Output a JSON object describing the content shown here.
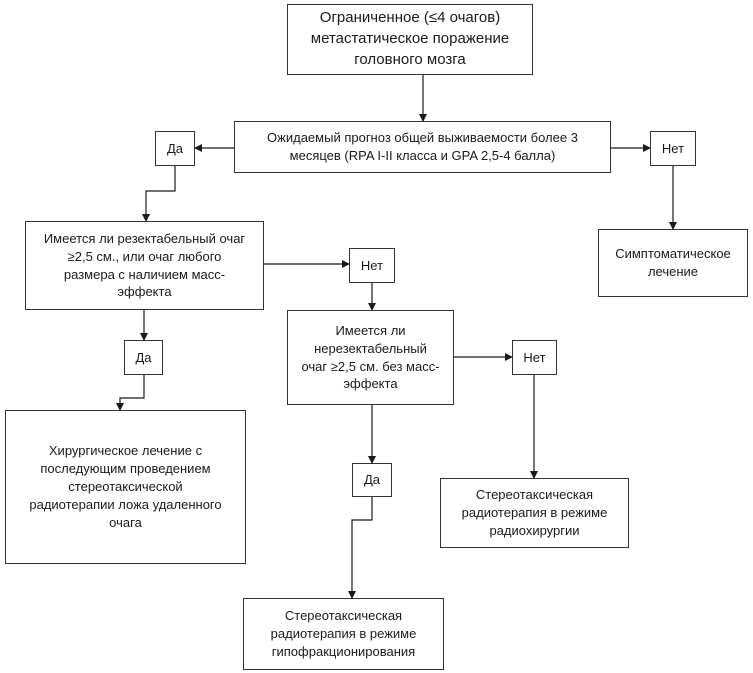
{
  "nodes": {
    "start": "Ограниченное (≤4 очагов)\nметастатическое поражение\nголовного мозга",
    "prognosis": "Ожидаемый прогноз общей выживаемости более 3\nмесяцев (RPA I-II класса и GPA 2,5-4 балла)",
    "yes_1": "Да",
    "no_1": "Нет",
    "symptomatic": "Симптоматическое\nлечение",
    "resectable": "Имеется ли резектабельный очаг\n≥2,5 см., или очаг любого\nразмера с наличием масс-\nэффекта",
    "no_2": "Нет",
    "yes_2": "Да",
    "surgery": "Хирургическое лечение с\nпоследующим проведением\nстереотаксической\nрадиотерапии ложа удаленного\nочага",
    "unresectable": "Имеется ли\nнерезектабельный\nочаг ≥2,5 см. без масс-\nэффекта",
    "no_3": "Нет",
    "yes_3": "Да",
    "radiosurgery": "Стереотаксическая\nрадиотерапия в режиме\nрадиохирургии",
    "hypofractionation": "Стереотаксическая\nрадиотерапия в режиме\nгипофракционирования"
  },
  "colors": {
    "line": "#1a1a1a",
    "border": "#333333",
    "text": "#1a1a1a"
  }
}
